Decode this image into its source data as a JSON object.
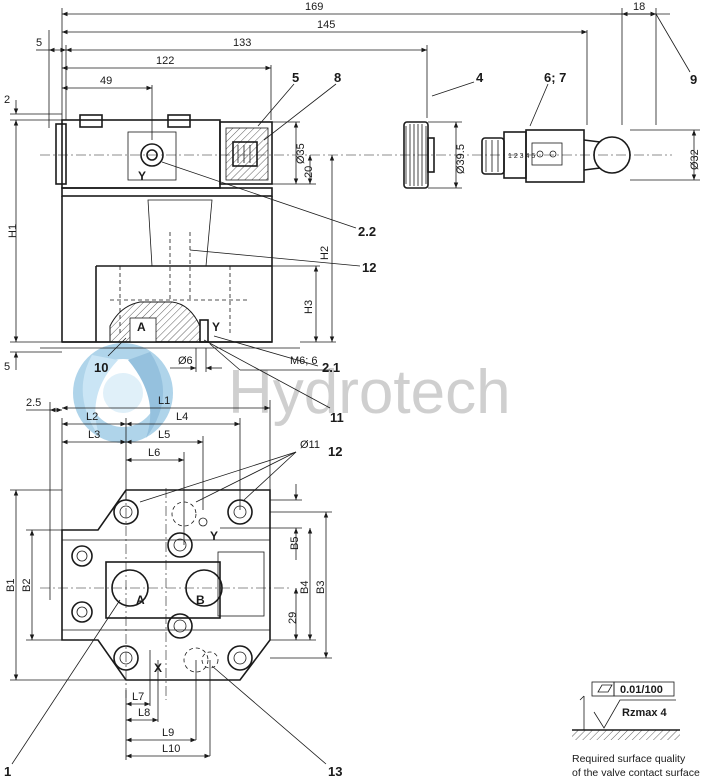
{
  "top_dims": {
    "d169": "169",
    "d145": "145",
    "d133": "133",
    "d122": "122",
    "d49": "49",
    "d5": "5",
    "d18": "18",
    "d2": "2",
    "d5b": "5"
  },
  "side_dims": {
    "h1": "H1",
    "h2": "H2",
    "h3": "H3",
    "d35": "Ø35",
    "d20": "20",
    "d395": "Ø39.5",
    "d32": "Ø32",
    "d6": "Ø6",
    "m6": "M6; 6"
  },
  "callouts_top": {
    "c5": "5",
    "c8": "8",
    "c4": "4",
    "c67": "6; 7",
    "c9": "9",
    "c22": "2.2",
    "c12": "12",
    "c21": "2.1",
    "c10": "10",
    "c11": "11"
  },
  "ports_top": {
    "a": "A",
    "y": "Y",
    "y2": "Y"
  },
  "plan_dims": {
    "d25": "2.5",
    "l1": "L1",
    "l2": "L2",
    "l3": "L3",
    "l4": "L4",
    "l5": "L5",
    "l6": "L6",
    "d11": "Ø11",
    "b1": "B1",
    "b2": "B2",
    "b3": "B3",
    "b4": "B4",
    "b5": "B5",
    "d29": "29",
    "l7": "L7",
    "l8": "L8",
    "l9": "L9",
    "l10": "L10"
  },
  "callouts_plan": {
    "c12": "12",
    "c1": "1",
    "c13": "13"
  },
  "ports_plan": {
    "a": "A",
    "b": "B",
    "x": "X",
    "y": "Y"
  },
  "watermark": "Hydrotech",
  "surface": {
    "flatness": "0.01/100",
    "rz": "Rzmax 4",
    "line1": "Required surface quality",
    "line2": "of the valve contact surface"
  }
}
